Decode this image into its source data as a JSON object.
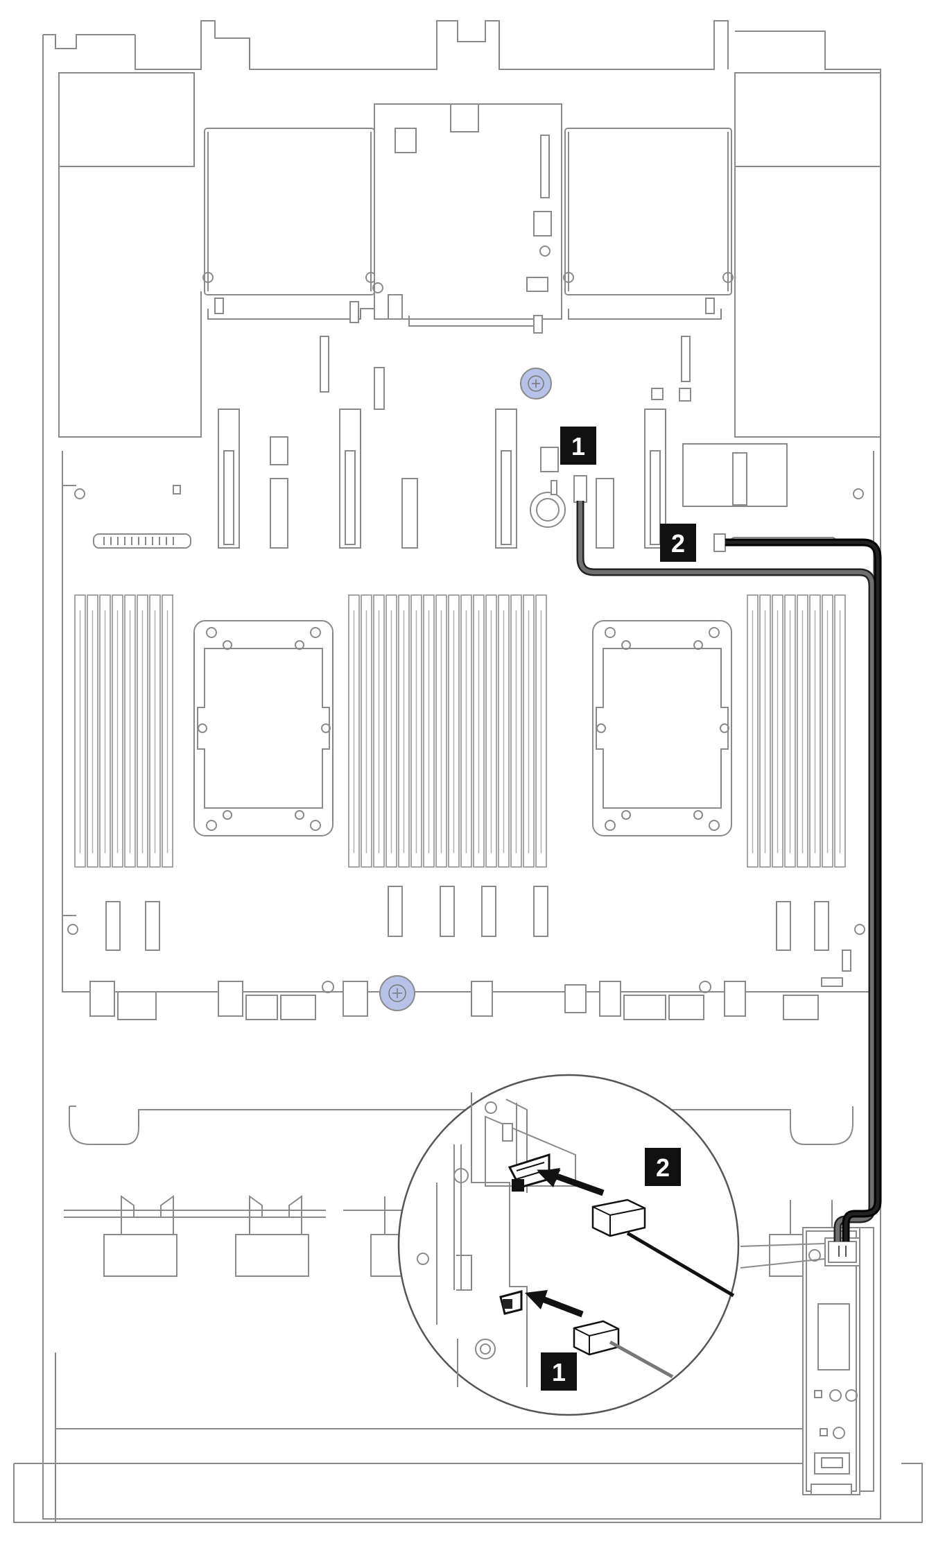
{
  "callouts": [
    {
      "id": "1",
      "label": "1"
    },
    {
      "id": "2",
      "label": "2"
    }
  ],
  "colors": {
    "line": "#8a8a8a",
    "cable_dark": "#111111",
    "cable_gray": "#6f6f6f",
    "screw_accent": "#b8c2e8"
  },
  "icons": {
    "screw": "screw-icon",
    "arrow": "insert-arrow-icon"
  }
}
